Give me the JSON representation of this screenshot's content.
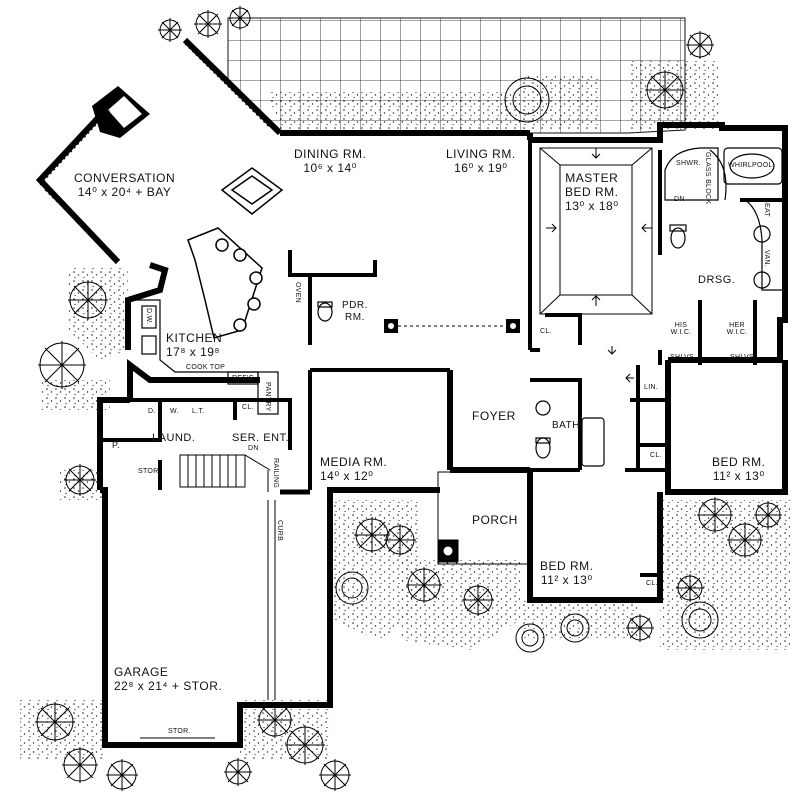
{
  "rooms": {
    "conversation": {
      "name": "CONVERSATION",
      "dims": "14⁰ x 20⁴ + BAY"
    },
    "dining": {
      "name": "DINING RM.",
      "dims": "10⁶ x 14⁰"
    },
    "living": {
      "name": "LIVING RM.",
      "dims": "16⁰ x 19⁰"
    },
    "master": {
      "name1": "MASTER",
      "name2": "BED RM.",
      "dims": "13⁰ x 18⁰"
    },
    "kitchen": {
      "name": "KITCHEN",
      "dims": "17⁸ x 19⁸"
    },
    "pdr": {
      "name1": "PDR.",
      "name2": "RM."
    },
    "foyer": {
      "name": "FOYER"
    },
    "media": {
      "name": "MEDIA RM.",
      "dims": "14⁰ x 12⁰"
    },
    "bed_east": {
      "name": "BED RM.",
      "dims": "11² x 13⁰"
    },
    "bed_south": {
      "name": "BED RM.",
      "dims": "11² x 13⁰"
    },
    "porch": {
      "name": "PORCH"
    },
    "garage": {
      "name": "GARAGE",
      "dims": "22⁸ x 21⁴ + STOR."
    },
    "laund": {
      "name": "LAUND."
    },
    "ser_ent": {
      "name": "SER. ENT."
    },
    "bath": {
      "name": "BATH"
    },
    "drsg": {
      "name": "DRSG."
    }
  },
  "small_labels": {
    "shwr": "SHWR.",
    "glass_block": "GLASS BLOCK",
    "whirlpool": "WHIRLPOOL",
    "seat": "SEAT",
    "van": "VAN.",
    "his_wic": "HIS W.I.C.",
    "her_wic": "HER W.I.C.",
    "shlvs_his": "SHLVS",
    "shlvs_her": "SHLVS",
    "cl_master": "CL.",
    "lin": "LIN.",
    "cl_bed_east": "CL.",
    "cl_bed_south": "CL.",
    "cl_kitchen": "CL.",
    "pantry": "PANTRY",
    "cook_top": "COOK TOP",
    "refg": "REF'G",
    "oven": "OVEN",
    "dw": "D.W.",
    "d": "D.",
    "w": "W.",
    "lt": "L.T.",
    "p": "P.",
    "stor_laund": "STOR.",
    "dn_stair": "DN",
    "dn_shwr": "DN",
    "railing": "RAILING",
    "curb": "CURB",
    "stor_garage": "STOR."
  }
}
